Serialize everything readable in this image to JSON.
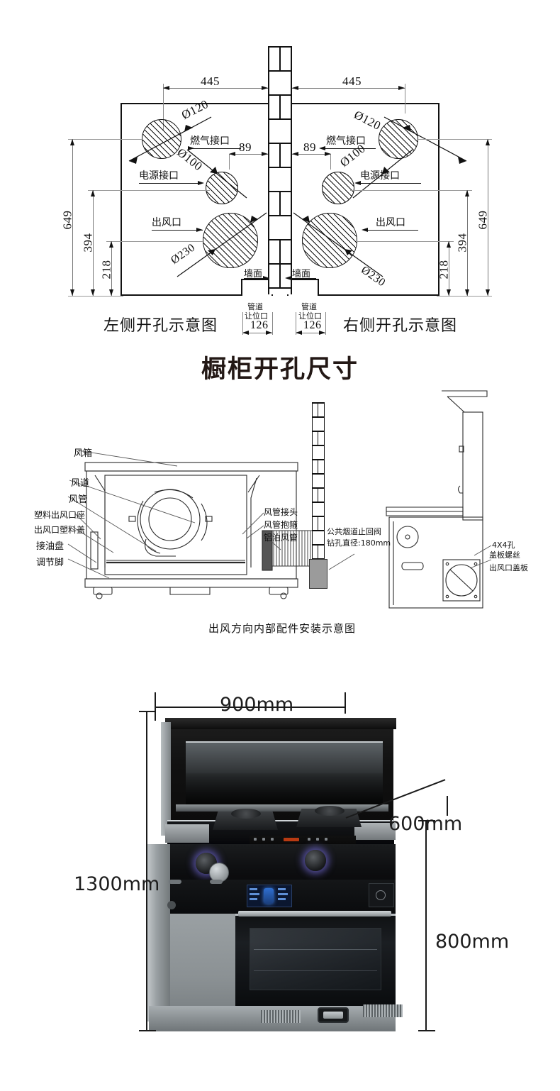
{
  "document": {
    "title": "橱柜开孔尺寸",
    "type": "installation-dimension-diagram"
  },
  "cabinet_cutout_diagram": {
    "caption_left": "左侧开孔示意图",
    "caption_right": "右侧开孔示意图",
    "horizontal_dims": {
      "left_445": "445",
      "right_445": "445",
      "left_89": "89",
      "right_89": "89",
      "left_126": "126",
      "right_126": "126"
    },
    "vertical_dims": {
      "left_649": "649",
      "left_394": "394",
      "left_218": "218",
      "right_649": "649",
      "right_394": "394",
      "right_218": "218"
    },
    "holes": {
      "gas_dia": "Ø120",
      "power_dia": "Ø100",
      "outlet_dia": "Ø230"
    },
    "labels": {
      "gas_port": "燃气接口",
      "power_port": "电源接口",
      "air_outlet": "出风口",
      "wall_face": "墙面",
      "pipe_notch_line1": "管道",
      "pipe_notch_line2": "让位口"
    }
  },
  "internal_parts_diagram": {
    "caption": "出风方向内部配件安装示意图",
    "left_labels": [
      "风箱",
      "风道",
      "风管",
      "塑料出风口座",
      "出风口塑料盖",
      "接油盘",
      "调节脚"
    ],
    "middle_labels": [
      "风管接头",
      "风管抱箍",
      "铝泊风管"
    ],
    "flue_note_line1": "公共烟道止回阀",
    "flue_note_line2": "钻孔直径:180mm",
    "right_labels_line1": "4X4孔",
    "right_labels_line2": "盖板螺丝",
    "right_labels_line3": "出风口盖板"
  },
  "product_photo": {
    "dimensions": {
      "width": "900mm",
      "depth": "600mm",
      "height_total": "1300mm",
      "height_body": "800mm"
    }
  },
  "colors": {
    "line": "#111111",
    "title": "#231815",
    "panel_dark": "#141414",
    "panel_steel": "#9aa0a3",
    "knob_glow": "#6b63c8"
  }
}
